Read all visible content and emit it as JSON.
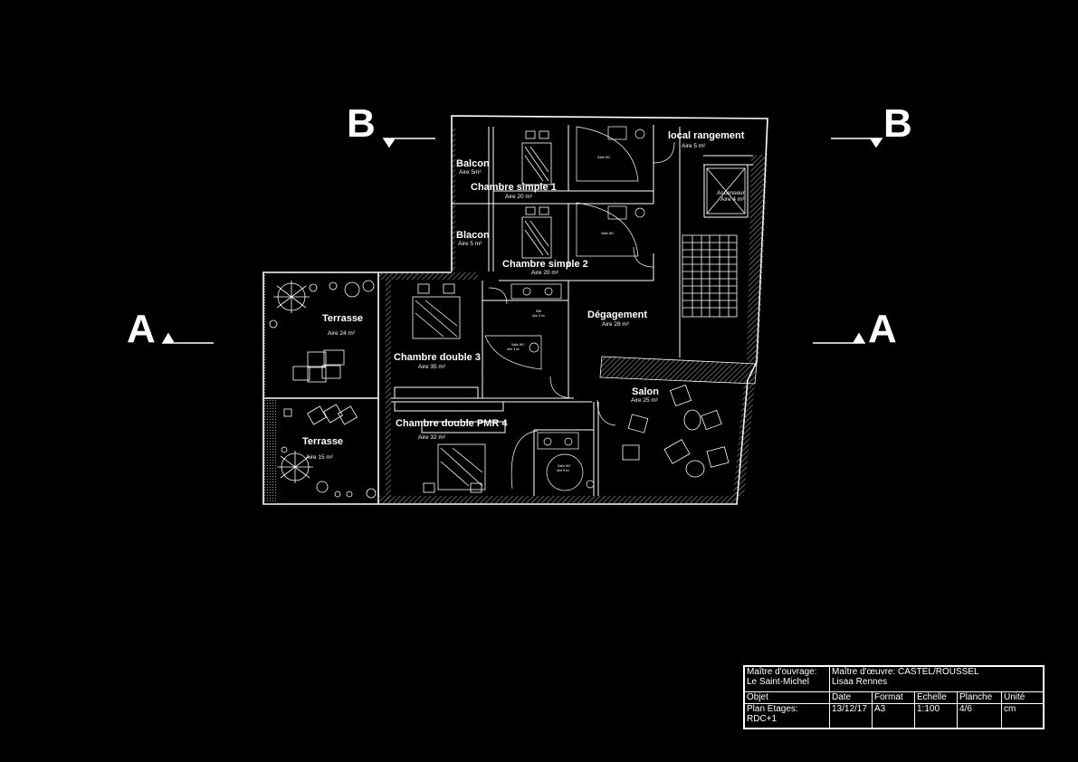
{
  "sections": {
    "b_left": "B",
    "b_right": "B",
    "a_left": "A",
    "a_right": "A"
  },
  "rooms": {
    "balcon1": {
      "name": "Balcon",
      "area": "Aire 5m²"
    },
    "balcon2": {
      "name": "Blacon",
      "area": "Aire 5 m²"
    },
    "chambre_simple_1": {
      "name": "Chambre simple 1",
      "area": "Aire 20 m²"
    },
    "chambre_simple_2": {
      "name": "Chambre simple 2",
      "area": "Aire 20 m²"
    },
    "local_rangement": {
      "name": "local rangement",
      "area": "Aire 5 m²"
    },
    "ascenseur": {
      "name": "Ascenseur",
      "area": "Aire 4 m²"
    },
    "terrasse_1": {
      "name": "Terrasse",
      "area": "Aire 24 m²"
    },
    "terrasse_2": {
      "name": "Terrasse",
      "area": "Aire 15 m²"
    },
    "chambre_double_3": {
      "name": "Chambre double 3",
      "area": "Aire 35 m²"
    },
    "chambre_double_pmr_4": {
      "name": "Chambre double PMR 4",
      "area": "Aire 32 m²"
    },
    "degagement": {
      "name": "Dégagement",
      "area": "Aire 28 m²"
    },
    "salon": {
      "name": "Salon",
      "area": "Aire 25 m²"
    }
  },
  "fixtures": {
    "sdb1": "Salle WC",
    "sdb2": "Salle WC",
    "sdb3": "Sdb",
    "sdb3_area": "Aire 3 m²",
    "wc3": "Salle WC",
    "wc3_area": "Aire 3 m²",
    "sdb4": "Salle WC",
    "sdb4_area": "Aire 8 m²"
  },
  "colors": {
    "background": "#000000",
    "lines": "#ffffff",
    "hatch": "#9a9a9a"
  },
  "cartouche": {
    "maitre_ouvrage_label": "Maître d'ouvrage:",
    "maitre_ouvrage_value": "Le Saint-Michel",
    "maitre_oeuvre": "Maître d'œuvre: CASTEL/ROUSSEL",
    "maitre_oeuvre_sub": "Lisaa Rennes",
    "headers": [
      "Objet",
      "Date",
      "Format",
      "Echelle",
      "Planche",
      "Unité"
    ],
    "objet_line1": "Plan Etages:",
    "objet_line2": "RDC+1",
    "date": "13/12/17",
    "format": "A3",
    "echelle": "1:100",
    "planche": "4/6",
    "unite": "cm"
  }
}
